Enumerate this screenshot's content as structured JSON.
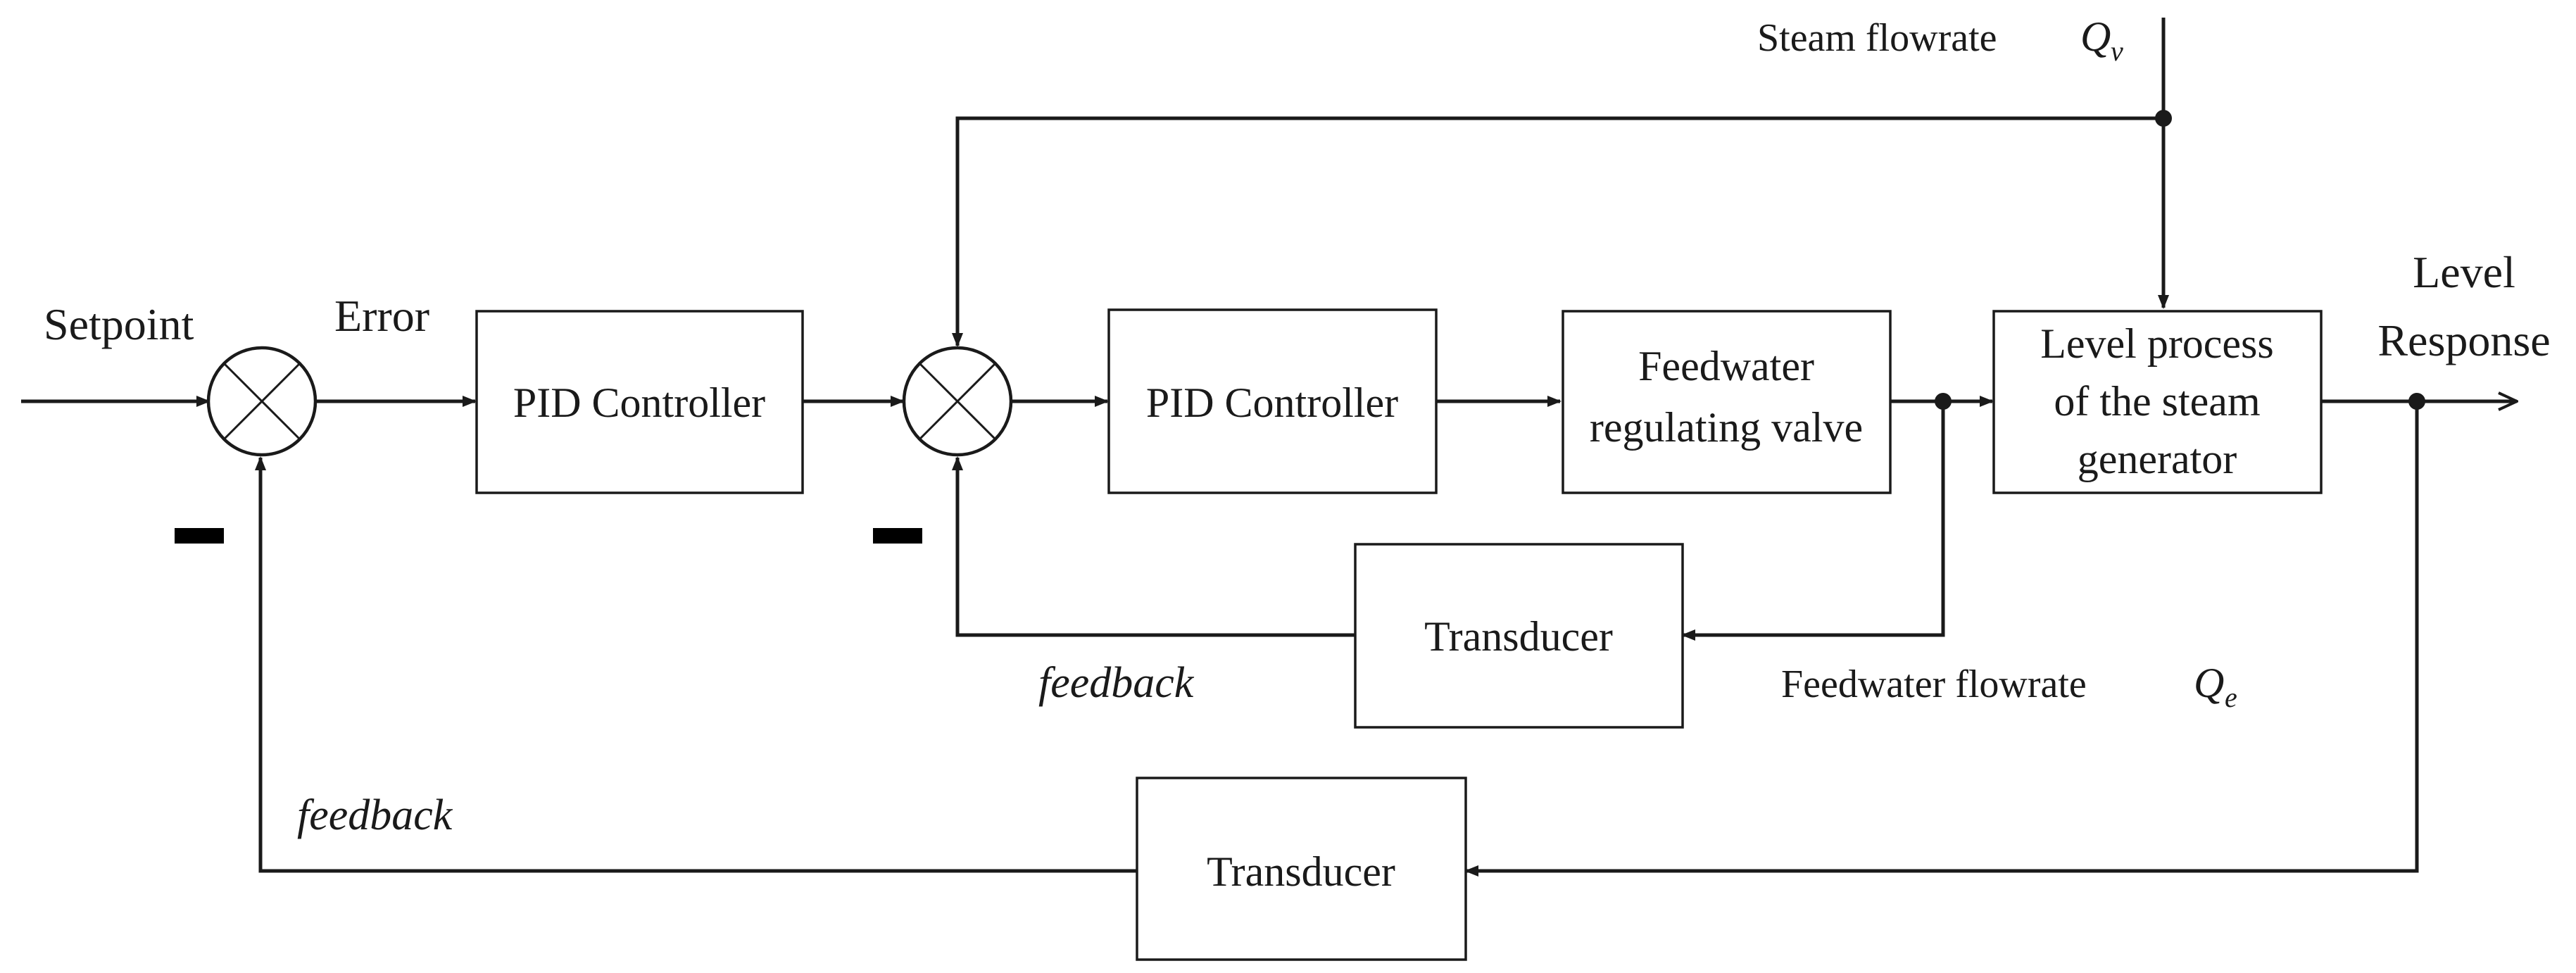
{
  "colors": {
    "line": "#1a1a1a",
    "background": "#ffffff",
    "minus_sign": "#000000"
  },
  "inputs": {
    "setpoint": "Setpoint",
    "error": "Error"
  },
  "outputs": {
    "level_line1": "Level",
    "level_line2": "Response"
  },
  "disturbance": {
    "label": "Steam flowrate",
    "var": "Q",
    "sub": "v"
  },
  "blocks": {
    "outer_pid": "PID Controller",
    "inner_pid": "PID Controller",
    "valve_line1": "Feedwater",
    "valve_line2": "regulating valve",
    "process_line1": "Level process",
    "process_line2": "of the steam",
    "process_line3": "generator",
    "inner_transducer": "Transducer",
    "outer_transducer": "Transducer"
  },
  "feedback": {
    "inner": "feedback",
    "outer": "feedback"
  },
  "feedwater_flow": {
    "label": "Feedwater flowrate",
    "var": "Q",
    "sub": "e"
  }
}
